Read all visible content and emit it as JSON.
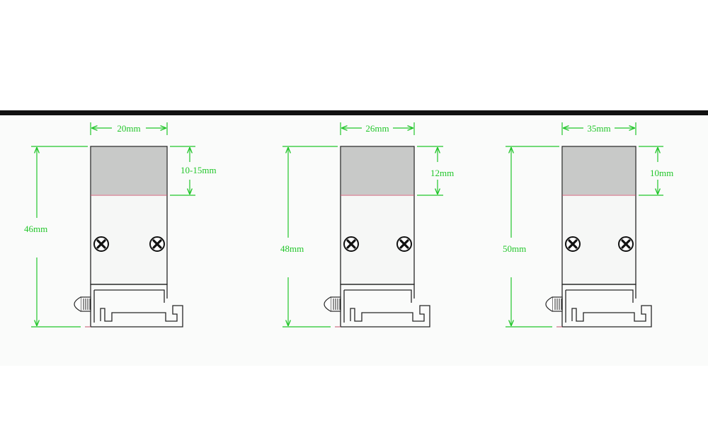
{
  "colors": {
    "background": "#ffffff",
    "panel": "#fafbfa",
    "top_bar": "#111111",
    "dimension": "#22c62a",
    "outline": "#262626",
    "block_fill": "#f6f7f6",
    "cap_fill": "#c8c9c8",
    "cap_divider": "#c0506a",
    "screw": "#111111"
  },
  "drawings": [
    {
      "id": "a",
      "width_label": "20mm",
      "height_label": "46mm",
      "cap_label": "10-15mm"
    },
    {
      "id": "b",
      "width_label": "26mm",
      "height_label": "48mm",
      "cap_label": "12mm"
    },
    {
      "id": "c",
      "width_label": "35mm",
      "height_label": "50mm",
      "cap_label": "10mm"
    }
  ]
}
